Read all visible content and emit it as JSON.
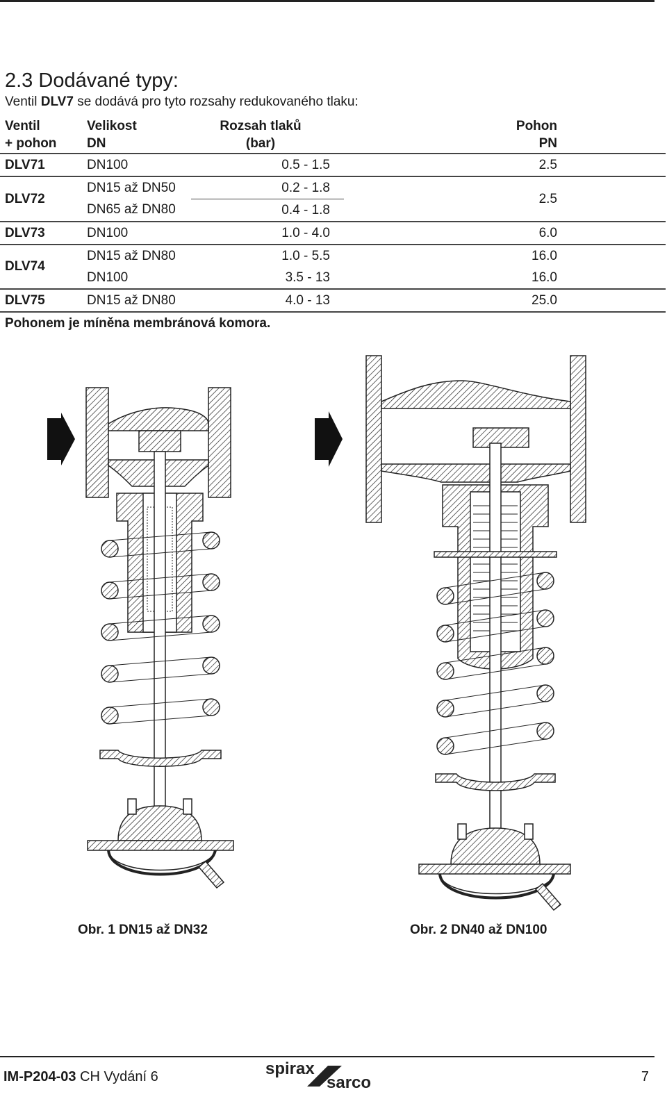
{
  "section_title": "2.3  Dodávané typy:",
  "intro": {
    "before": "Ventil ",
    "bold": "DLV7",
    "after": " se dodává pro tyto rozsahy redukovaného tlaku:"
  },
  "table": {
    "headers": {
      "col1_line1": "Ventil",
      "col1_line2": "+ pohon",
      "col2_line1": "Velikost",
      "col2_line2": "DN",
      "col3_line1": "Rozsah tlaků",
      "col3_line2": "(bar)",
      "col4_line1": "Pohon",
      "col4_line2": "PN"
    },
    "rows": [
      {
        "model": "DLV71",
        "size": "DN100",
        "range": "0.5 - 1.5",
        "pn": "2.5"
      },
      {
        "model": "DLV72",
        "size": "DN15 až DN50",
        "range": "0.2 - 1.8",
        "pn": "2.5"
      },
      {
        "model": "",
        "size": "DN65 až DN80",
        "range": "0.4 - 1.8",
        "pn": ""
      },
      {
        "model": "DLV73",
        "size": "DN100",
        "range": "1.0 - 4.0",
        "pn": "6.0"
      },
      {
        "model": "DLV74",
        "size": "DN15 až DN80",
        "range": "1.0 - 5.5",
        "pn": "16.0"
      },
      {
        "model": "",
        "size": "DN100",
        "range": "3.5 - 13",
        "pn": "16.0"
      },
      {
        "model": "DLV75",
        "size": "DN15 až DN80",
        "range": "4.0 - 13",
        "pn": "25.0"
      }
    ]
  },
  "note": "Pohonem je míněna membránová komora.",
  "figures": {
    "fig1_caption": "Obr. 1  DN15 až DN32",
    "fig2_caption": "Obr. 2  DN40 až DN100"
  },
  "footer": {
    "doc_code": "IM-P204-03",
    "doc_rest": " CH Vydání 6",
    "logo_top": "spirax",
    "logo_bottom": "sarco",
    "page": "7"
  }
}
